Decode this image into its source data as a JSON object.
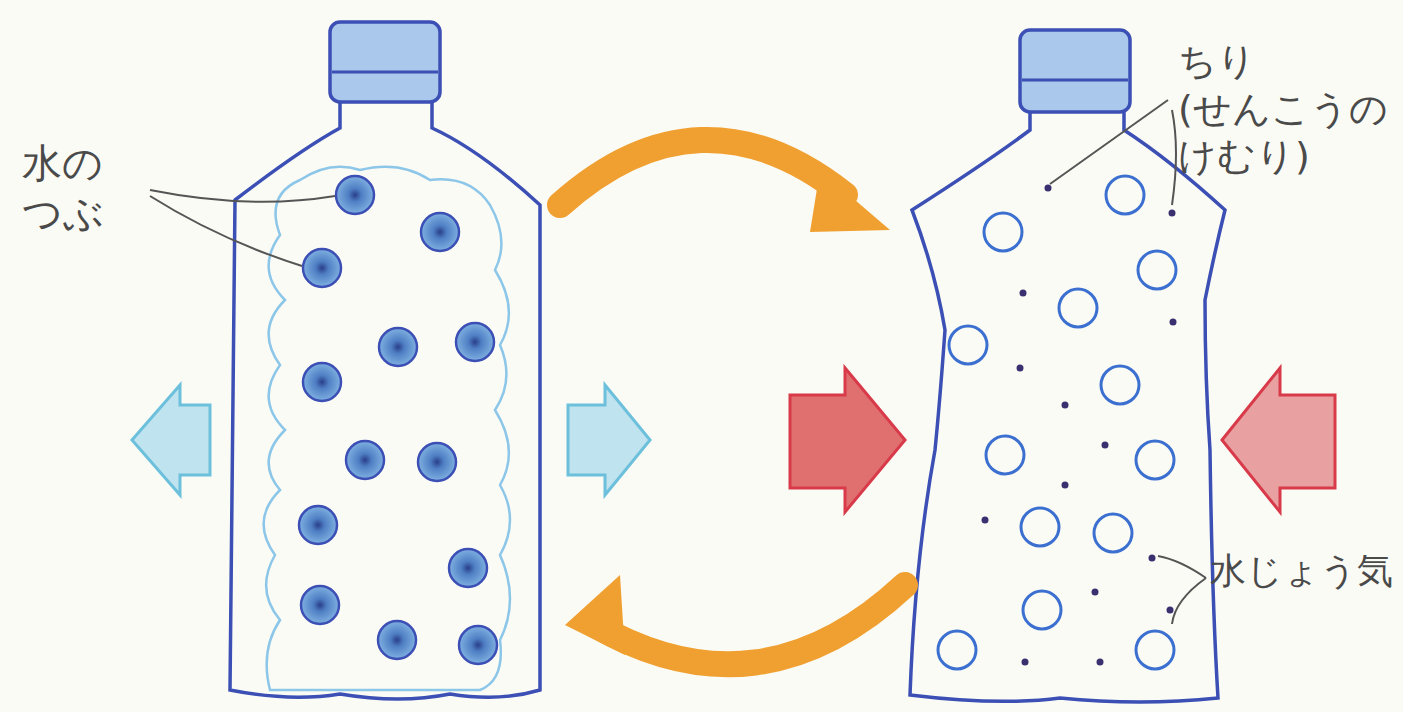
{
  "diagram": {
    "labels": [
      "水の つぶ",
      "ちり (せんこうの けむり)",
      "水じょう気"
    ]
  }
}
